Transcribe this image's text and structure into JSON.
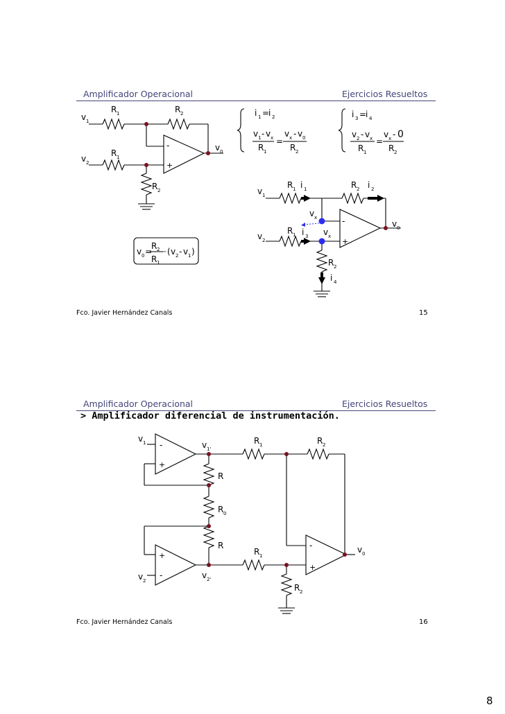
{
  "page_number": "8",
  "slides": [
    {
      "header_left": "Amplificador Operacional",
      "header_right": "Ejercicios Resueltos",
      "footer": "Fco. Javier Hernández Canals",
      "page": "15"
    },
    {
      "header_left": "Amplificador Operacional",
      "header_right": "Ejercicios Resueltos",
      "subtitle": "> Amplificador diferencial de instrumentación.",
      "footer": "Fco. Javier Hernández Canals",
      "page": "16"
    }
  ],
  "labels": {
    "v": "v",
    "R": "R",
    "i": "i",
    "n0": "0",
    "n1": "1",
    "n2": "2",
    "n3": "3",
    "n4": "4",
    "x": "x",
    "minus": "-",
    "plus": "+",
    "eq": "=",
    "dot": "·",
    "zero": "0",
    "v1p": "1'",
    "v2p": "2'",
    "lp": "(",
    "rp": ")"
  },
  "colors": {
    "header": "#44447a",
    "node": "#7a1020",
    "vx_node": "#2d2df0"
  }
}
